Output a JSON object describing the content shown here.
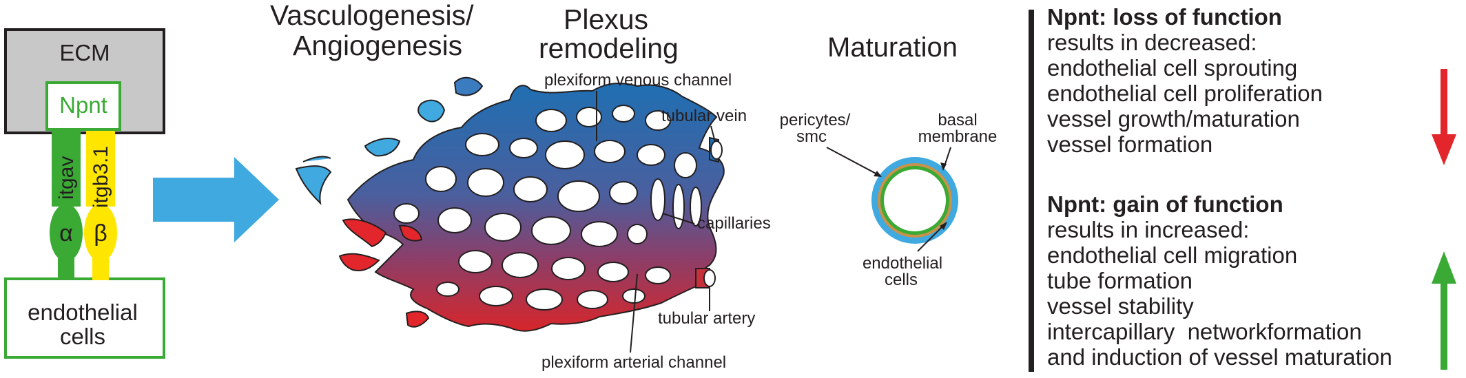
{
  "receptor": {
    "ecm_label": "ECM",
    "npnt_label": "Npnt",
    "itgav_label": "itgav",
    "itgb_label": "itgb3.1",
    "alpha_label": "α",
    "beta_label": "β",
    "cells_line1": "endothelial",
    "cells_line2": "cells",
    "colors": {
      "ecm_fill": "#c8c8c8",
      "npnt_green": "#3aaa35",
      "itgav_green": "#3aaa35",
      "itgb_yellow": "#ffe600",
      "arrow_blue": "#3fa9e0"
    }
  },
  "network": {
    "title_vasculo_1": "Vasculogenesis/",
    "title_vasculo_2": "Angiogenesis",
    "title_plexus_1": "Plexus",
    "title_plexus_2": "remodeling",
    "label_venous_channel": "plexiform venous channel",
    "label_tubular_vein": "tubular vein",
    "label_capillaries": "capillaries",
    "label_tubular_artery": "tubular artery",
    "label_arterial_channel": "plexiform arterial channel",
    "colors": {
      "vein_blue": "#1f6fb2",
      "artery_red": "#d7262b",
      "mid_purple": "#6a5a9a",
      "sprout_light_blue": "#3fa9e0",
      "sprout_red": "#e3262b"
    }
  },
  "maturation": {
    "title": "Maturation",
    "label_pericytes_1": "pericytes/",
    "label_pericytes_2": "smc",
    "label_basal_1": "basal",
    "label_basal_2": "membrane",
    "label_endo_1": "endothelial",
    "label_endo_2": "cells",
    "colors": {
      "outer_ring": "#3fa9e0",
      "middle_ring": "#c8924a",
      "inner_ring": "#3aaa35"
    }
  },
  "loss": {
    "heading": "Npnt: loss of function",
    "subheading": "results in decreased:",
    "items": [
      "endothelial cell sprouting",
      "endothelial cell proliferation",
      "vessel growth/maturation",
      "vessel formation"
    ],
    "arrow_color": "#e3262b"
  },
  "gain": {
    "heading": "Npnt: gain of function",
    "subheading": "results in increased:",
    "items": [
      "endothelial cell migration",
      "tube formation",
      "vessel stability",
      "intercapillary  networkformation",
      "and induction of vessel maturation"
    ],
    "arrow_color": "#3aaa35"
  }
}
